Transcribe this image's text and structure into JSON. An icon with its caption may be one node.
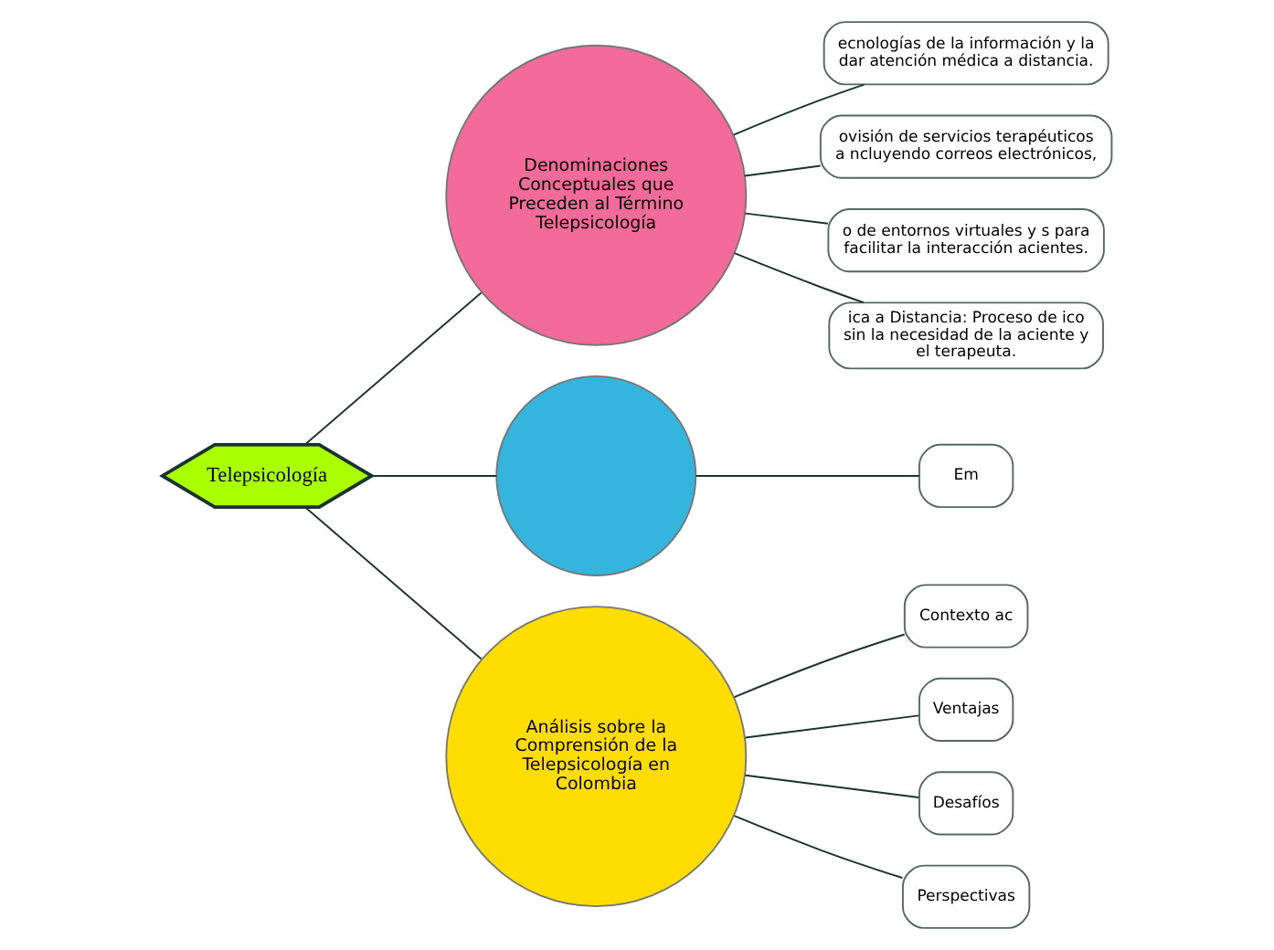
{
  "diagram": {
    "nodes": [
      {
        "text": [
          "Telepsicología"
        ]
      },
      {
        "text": [
          "Denominaciones Conceptuales que Preceden al Término Telepsicología"
        ]
      },
      {
        "text": [
          "ecnologías de la información y la dar atención médica a distancia."
        ]
      },
      {
        "text": [
          "ovisión de servicios terapéuticos a ncluyendo correos electrónicos,"
        ]
      },
      {
        "text": [
          "o de entornos virtuales y s para facilitar la interacción acientes."
        ]
      },
      {
        "text": [
          "ica a Distancia: Proceso de ico sin la necesidad de la aciente y el terapeuta."
        ]
      },
      {
        "text": [],
        "shape": "circle"
      },
      {
        "text": [
          "Em"
        ]
      },
      {
        "text": [
          "Análisis sobre la Comprensión de la Telepsicología en Colombia"
        ]
      },
      {
        "text": [
          "Contexto ac"
        ]
      },
      {
        "text": [
          "Ventajas"
        ]
      },
      {
        "text": [
          "Desafíos"
        ]
      },
      {
        "text": [
          "Perspectivas"
        ]
      }
    ],
    "edges": [
      {
        "from": 0,
        "to": 1,
        "arrow": "none"
      },
      {
        "from": 0,
        "to": 6,
        "arrow": "none"
      },
      {
        "from": 0,
        "to": 8,
        "arrow": "none"
      },
      {
        "from": 1,
        "to": 2,
        "arrow": "none"
      },
      {
        "from": 1,
        "to": 3,
        "arrow": "none"
      },
      {
        "from": 1,
        "to": 4,
        "arrow": "none"
      },
      {
        "from": 1,
        "to": 5,
        "arrow": "none"
      },
      {
        "from": 6,
        "to": 7,
        "arrow": "none"
      },
      {
        "from": 8,
        "to": 9,
        "arrow": "none"
      },
      {
        "from": 8,
        "to": 10,
        "arrow": "none"
      },
      {
        "from": 8,
        "to": 11,
        "arrow": "none"
      },
      {
        "from": 8,
        "to": 12,
        "arrow": "none"
      }
    ]
  }
}
